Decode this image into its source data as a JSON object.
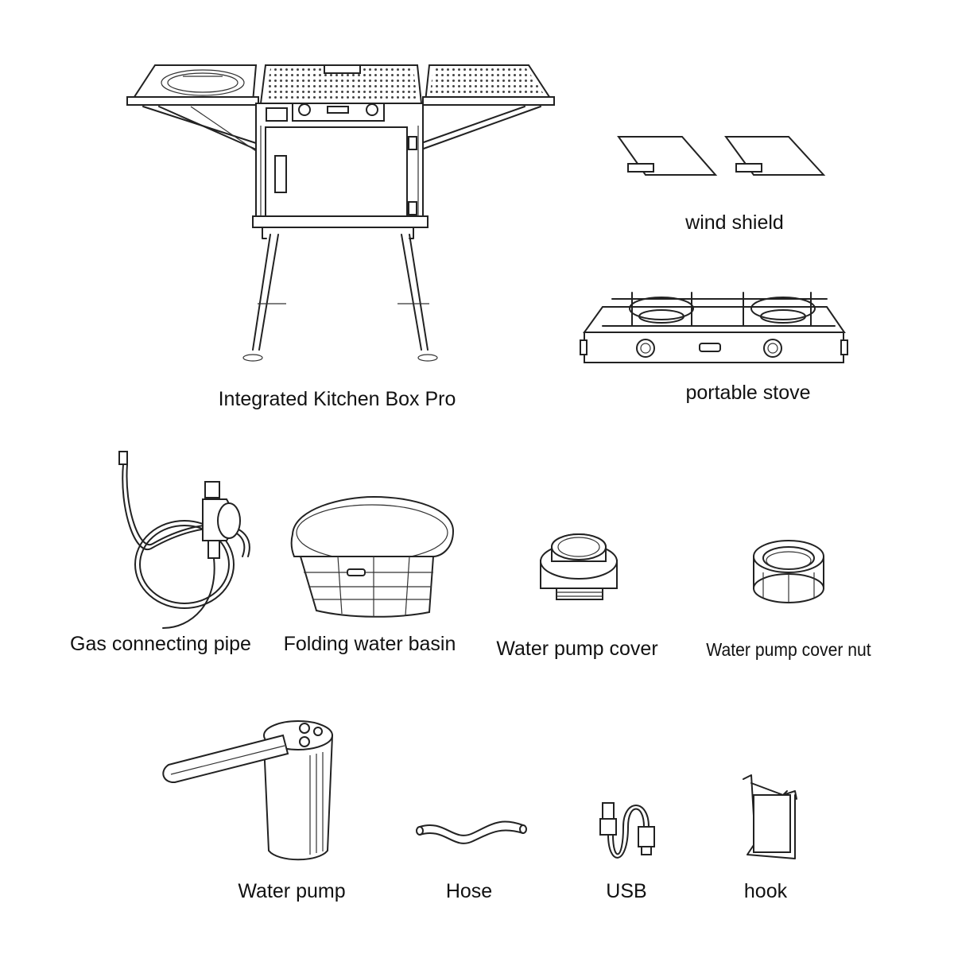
{
  "items": {
    "kitchen_box": "Integrated Kitchen Box Pro",
    "wind_shield": "wind shield",
    "portable_stove": "portable stove",
    "gas_pipe": "Gas connecting pipe",
    "water_basin": "Folding water basin",
    "pump_cover": "Water pump cover",
    "pump_cover_nut": "Water pump cover nut",
    "water_pump": "Water pump",
    "hose": "Hose",
    "usb": "USB",
    "hook": "hook"
  }
}
